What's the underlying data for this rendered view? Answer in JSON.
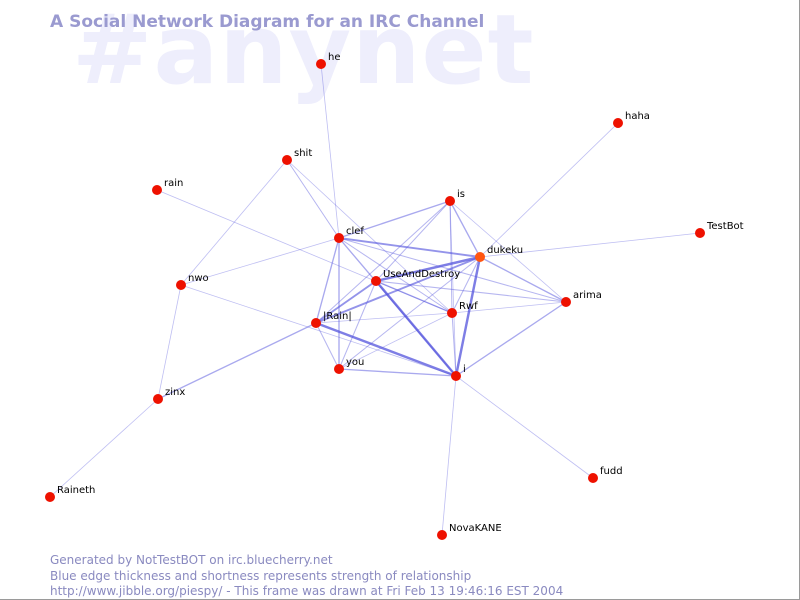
{
  "title": "A Social Network Diagram for an IRC Channel",
  "watermark": "#anynet",
  "footer": {
    "line1": "Generated by NotTestBOT on irc.bluecherry.net",
    "line2": "Blue edge thickness and shortness represents strength of relationship",
    "line3": "http://www.jibble.org/piespy/ - This frame was drawn at Fri Feb 13 19:46:16 EST 2004"
  },
  "colors": {
    "node": "#ee1100",
    "node_active": "#ff5511",
    "edge": "#5555dd",
    "label": "#000000"
  },
  "nodes": [
    {
      "id": "he",
      "label": "he"
    },
    {
      "id": "haha",
      "label": "haha"
    },
    {
      "id": "shit",
      "label": "shit"
    },
    {
      "id": "rain",
      "label": "rain"
    },
    {
      "id": "is",
      "label": "is"
    },
    {
      "id": "clef",
      "label": "clef"
    },
    {
      "id": "TestBot",
      "label": "TestBot"
    },
    {
      "id": "dukeku",
      "label": "dukeku",
      "active": true
    },
    {
      "id": "UseAndDestroy",
      "label": "UseAndDestroy"
    },
    {
      "id": "nwo",
      "label": "nwo"
    },
    {
      "id": "arima",
      "label": "arima"
    },
    {
      "id": "Rwf",
      "label": "Rwf"
    },
    {
      "id": "Rain",
      "label": "|Rain|"
    },
    {
      "id": "you",
      "label": "you"
    },
    {
      "id": "i",
      "label": "i"
    },
    {
      "id": "zinx",
      "label": "zinx"
    },
    {
      "id": "fudd",
      "label": "fudd"
    },
    {
      "id": "Raineth",
      "label": "Raineth"
    },
    {
      "id": "NovaKANE",
      "label": "NovaKANE"
    }
  ],
  "edges": [
    {
      "source": "he",
      "target": "clef",
      "weight": 1
    },
    {
      "source": "haha",
      "target": "dukeku",
      "weight": 1
    },
    {
      "source": "shit",
      "target": "clef",
      "weight": 1.2
    },
    {
      "source": "shit",
      "target": "nwo",
      "weight": 1
    },
    {
      "source": "shit",
      "target": "Rwf",
      "weight": 1
    },
    {
      "source": "rain",
      "target": "Rwf",
      "weight": 1
    },
    {
      "source": "is",
      "target": "clef",
      "weight": 1.5
    },
    {
      "source": "is",
      "target": "dukeku",
      "weight": 1.5
    },
    {
      "source": "is",
      "target": "UseAndDestroy",
      "weight": 1.2
    },
    {
      "source": "is",
      "target": "Rain",
      "weight": 1.2
    },
    {
      "source": "is",
      "target": "Rwf",
      "weight": 1.2
    },
    {
      "source": "is",
      "target": "i",
      "weight": 1
    },
    {
      "source": "is",
      "target": "arima",
      "weight": 1
    },
    {
      "source": "clef",
      "target": "dukeku",
      "weight": 2
    },
    {
      "source": "clef",
      "target": "nwo",
      "weight": 1
    },
    {
      "source": "clef",
      "target": "you",
      "weight": 1.5
    },
    {
      "source": "clef",
      "target": "Rain",
      "weight": 1.5
    },
    {
      "source": "clef",
      "target": "i",
      "weight": 1.5
    },
    {
      "source": "clef",
      "target": "Rwf",
      "weight": 1.2
    },
    {
      "source": "clef",
      "target": "arima",
      "weight": 1.2
    },
    {
      "source": "TestBot",
      "target": "dukeku",
      "weight": 1
    },
    {
      "source": "dukeku",
      "target": "UseAndDestroy",
      "weight": 2.5
    },
    {
      "source": "dukeku",
      "target": "Rain",
      "weight": 2
    },
    {
      "source": "dukeku",
      "target": "i",
      "weight": 2.5
    },
    {
      "source": "dukeku",
      "target": "arima",
      "weight": 1.5
    },
    {
      "source": "dukeku",
      "target": "you",
      "weight": 1.2
    },
    {
      "source": "dukeku",
      "target": "Rwf",
      "weight": 1.2
    },
    {
      "source": "UseAndDestroy",
      "target": "i",
      "weight": 2.5
    },
    {
      "source": "UseAndDestroy",
      "target": "Rain",
      "weight": 2
    },
    {
      "source": "UseAndDestroy",
      "target": "Rwf",
      "weight": 1.5
    },
    {
      "source": "UseAndDestroy",
      "target": "you",
      "weight": 1.2
    },
    {
      "source": "UseAndDestroy",
      "target": "arima",
      "weight": 1.2
    },
    {
      "source": "nwo",
      "target": "zinx",
      "weight": 1
    },
    {
      "source": "nwo",
      "target": "i",
      "weight": 1
    },
    {
      "source": "arima",
      "target": "i",
      "weight": 1.5
    },
    {
      "source": "arima",
      "target": "Rwf",
      "weight": 1
    },
    {
      "source": "Rwf",
      "target": "i",
      "weight": 1.2
    },
    {
      "source": "Rwf",
      "target": "you",
      "weight": 1
    },
    {
      "source": "Rain",
      "target": "i",
      "weight": 2.5
    },
    {
      "source": "Rain",
      "target": "zinx",
      "weight": 1.5
    },
    {
      "source": "Rain",
      "target": "you",
      "weight": 1.2
    },
    {
      "source": "Rain",
      "target": "Rwf",
      "weight": 1
    },
    {
      "source": "you",
      "target": "i",
      "weight": 1.5
    },
    {
      "source": "i",
      "target": "fudd",
      "weight": 1
    },
    {
      "source": "i",
      "target": "NovaKANE",
      "weight": 1
    },
    {
      "source": "zinx",
      "target": "Raineth",
      "weight": 1
    }
  ]
}
